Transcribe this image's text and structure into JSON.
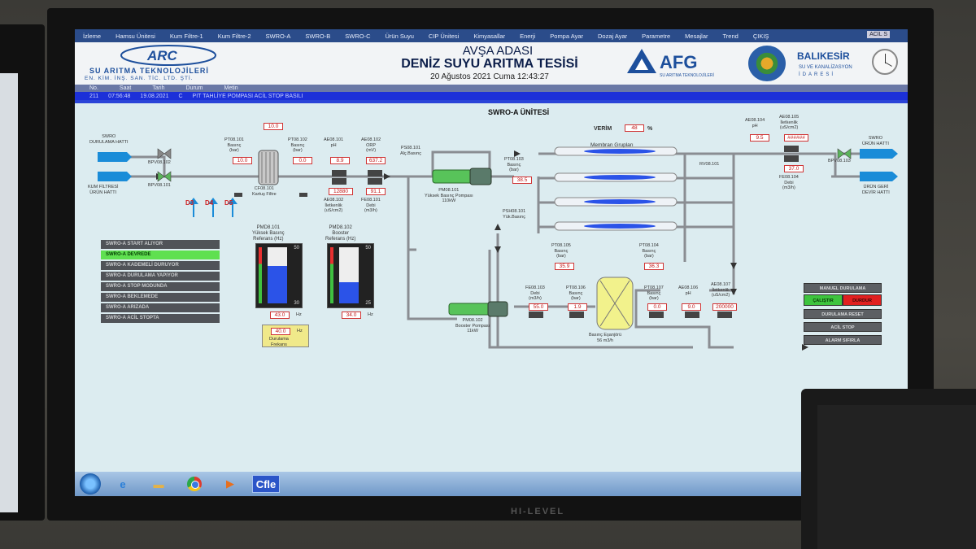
{
  "menu": [
    "İzleme",
    "Hamsu Ünitesi",
    "Kum Filtre-1",
    "Kum Filtre-2",
    "SWRO-A",
    "SWRO-B",
    "SWRO-C",
    "Ürün Suyu",
    "CIP Ünitesi",
    "Kimyasallar",
    "Enerji",
    "Pompa Ayar",
    "Dozaj Ayar",
    "Parametre",
    "Mesajlar",
    "Trend",
    "ÇIKIŞ"
  ],
  "menu_right": "ACİL S",
  "header": {
    "arc_logo": "ARC",
    "arc_line1": "SU ARITMA TEKNOLOJİLERİ",
    "arc_line2": "EN. KİM. İNŞ. SAN. TİC. LTD. ŞTİ.",
    "title1": "AVŞA ADASI",
    "title2": "DENİZ SUYU ARITMA TESİSİ",
    "date": "20 Ağustos 2021 Cuma 12:43:27",
    "afg_logo": "AFG",
    "afg_sub": "SU ARITMA TEKNOLOJİLERİ",
    "balik1": "BALIKESİR",
    "balik2": "SU VE KANALİZASYON",
    "balik3": "İDARESİ"
  },
  "alarm": {
    "cols": [
      "No.",
      "Saat",
      "Tarih",
      "Durum",
      "Metin"
    ],
    "row": [
      "211",
      "07:56:48",
      "19.08.2021",
      "C",
      "PIT TAHLİYE POMPASI ACİL STOP BASILI"
    ]
  },
  "process": {
    "section_title": "SWRO-A ÜNİTESİ",
    "verim_label": "VERİM",
    "verim_value": "48",
    "verim_unit": "%",
    "swro_flush": "SWRO\nDURULAMA HATTI",
    "kum_filter": "KUM FİLTRESİ\nÜRÜN HATTI",
    "bpv102": "BPV08.102",
    "bpv101": "BPV08.101",
    "d3": "D3",
    "d4": "D4",
    "d5": "D5",
    "pt101_label": "PT08.101\nBasınç\n(bar)",
    "pt101_val": "10.0",
    "top_val": "10.0",
    "pt102_label": "PT08.102\nBasınç\n(bar)",
    "pt102_val": "0.0",
    "cf101": "CF08.101\nKartuş Filtre",
    "ae101_label": "AE08.101\npH",
    "ae101_val": "8.9",
    "ae102_label": "AE08.102\nORP\n(mV)",
    "ae102_val": "637.2",
    "ae102b_label": "AE08.102\nİletkenlik\n(uS/cm2)",
    "ae102b_val": "12880",
    "fe101_label": "FE08.101\nDebi\n(m3/h)",
    "fe101_val": "91.1",
    "ps101_label": "PS08.101\nAlç.Basınç",
    "pm101": "PM08.101\nYüksek Basınç Pompası\n110kW",
    "membran": "Membran Grupları",
    "pt103_label": "PT08.103\nBasınç\n(bar)",
    "pt103_val": "38.5",
    "ps101b_label": "PSH08.101\nYük.Basınç",
    "rv101": "RV08.101",
    "ae104_label": "AE08.104\npH",
    "ae104_val": "9.5",
    "ae105_label": "AE08.105\nİletkenlik\n(uS/cm2)",
    "ae105_val": "######",
    "ae105b_val": "37.0",
    "fe104_label": "FE08.104\nDebi\n(m3/h)",
    "bpv103": "BPV08.103",
    "swro_product": "SWRO\nÜRÜN HATTI",
    "return_line": "ÜRÜN GERİ\nDEVİR HATTI",
    "pmd101_label": "PMD8.101\nYüksek Basınç\nReferans (Hz)",
    "pmd102_label": "PMD8.102\nBooster\nReferans (Hz)",
    "g1_top": "50",
    "g1_bot": "30",
    "g1_val": "43.0",
    "g1_unit": "Hz",
    "g2_top": "50",
    "g2_bot": "25",
    "g2_val": "34.0",
    "g2_unit": "Hz",
    "flush_val": "40.0",
    "flush_unit": "Hz",
    "flush_label": "Durulama\nFrekans",
    "pm102": "PM08.102\nBooster Pompası\n11kW",
    "pt105_label": "PT08.105\nBasınç\n(bar)",
    "pt105_val": "35.9",
    "pt104_label": "PT08.104\nBasınç\n(bar)",
    "pt104_val": "36.3",
    "fe103_label": "FE08.103\nDebi\n(m3/h)",
    "fe103_val": "55.0",
    "pt106_label": "PT08.106\nBasınç\n(bar)",
    "pt106_val": "1.9",
    "pe_label": "Basınç Eşanjörü\n56 m3/h",
    "pt107_label": "PT08.107\nBasınç\n(bar)",
    "pt107_val": "0.0",
    "ae106_label": "AE08.106\npH",
    "ae106_val": "9.0",
    "ae107_label": "AE08.107\nİletkenlik\n(uS/cm2)",
    "ae107_val": "200000"
  },
  "status_list": [
    {
      "label": "SWRO-A START ALIYOR",
      "active": false
    },
    {
      "label": "SWRO-A DEVREDE",
      "active": true
    },
    {
      "label": "SWRO-A KADEMELİ DURUYOR",
      "active": false
    },
    {
      "label": "SWRO-A DURULAMA YAPIYOR",
      "active": false
    },
    {
      "label": "SWRO-A STOP MODUNDA",
      "active": false
    },
    {
      "label": "SWRO-A BEKLEMEDE",
      "active": false
    },
    {
      "label": "SWRO-A ARIZADA",
      "active": false
    },
    {
      "label": "SWRO-A ACİL STOPTA",
      "active": false
    }
  ],
  "right_buttons": {
    "manual_flush": "MANUEL DURULAMA",
    "run": "ÇALIŞTIR",
    "stop": "DURDUR",
    "reset": "DURULAMA RESET",
    "acil_stop": "ACİL STOP",
    "alarm_reset": "ALARM SIFIRLA"
  },
  "taskbar": {
    "app_label": "Cfle"
  },
  "brand": "HI-LEVEL",
  "colors": {
    "alarm_blue": "#1c30d8",
    "active_green": "#5fe050",
    "value_red": "#c01818",
    "run_green": "#3ec43e",
    "stop_red": "#e02020"
  }
}
